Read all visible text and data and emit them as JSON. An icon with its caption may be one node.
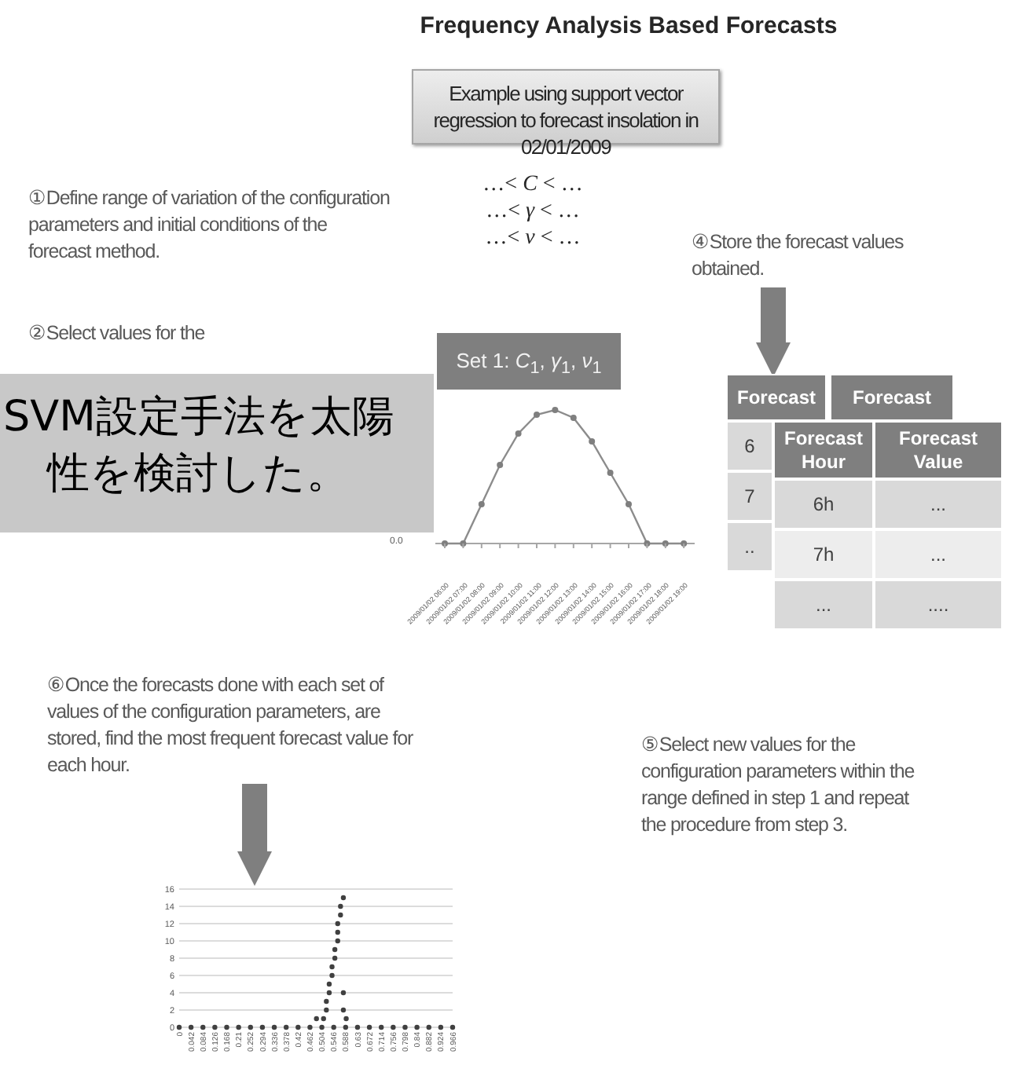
{
  "diagram": {
    "title": "Frequency Analysis Based Forecasts",
    "nodes": [
      {
        "text": [
          "Example using support vector regression to forecast insolation in 02/01/2009"
        ]
      },
      {
        "text": [
          "①Define range of variation of the configuration parameters and initial conditions of the forecast method."
        ]
      },
      {
        "text": [
          "②Select values for the"
        ]
      },
      {
        "text": [
          "Set 1: *C*$_{1}$, *γ*$_{1}$, *ν*$_{1}$"
        ]
      },
      {
        "text": [],
        "shape": "chart"
      },
      {
        "text": [
          "SVM設定手法を太陽",
          "性を検討した。"
        ]
      },
      {
        "text": [
          "④Store the forecast values obtained."
        ]
      },
      {
        "text": [
          "Forecast",
          "Forecast",
          "6",
          "7",
          "..",
          "Forecast Hour",
          "Forecast Value",
          "6h",
          "...",
          "7h",
          "...",
          "...",
          "...."
        ]
      },
      {
        "text": [
          "⑥Once the forecasts done with each set of values of the configuration parameters, are stored,  find the most frequent forecast value for each hour."
        ]
      },
      {
        "text": [],
        "shape": "chart"
      },
      {
        "text": [
          "⑤Select new values for the configuration parameters within the range defined in step 1 and repeat the procedure from step 3."
        ]
      }
    ],
    "edges": [
      {
        "from": 6,
        "to": 7,
        "arrow": "to"
      },
      {
        "from": 8,
        "to": 9,
        "arrow": "to"
      }
    ],
    "labels": [
      "…< *C* < …",
      "…< *γ* < …",
      "…< *ν* < …",
      "0.0",
      "2009/01/02 06:00",
      "2009/01/02 07:00",
      "2009/01/02 08:00",
      "2009/01/02 09:00",
      "2009/01/02 10:00",
      "2009/01/02 11:00",
      "2009/01/02 12:00",
      "2009/01/02 13:00",
      "2009/01/02 14:00",
      "2009/01/02 15:00",
      "2009/01/02 16:00",
      "2009/01/02 17:00",
      "2009/01/02 18:00",
      "2009/01/02 19:00"
    ],
    "chart_data": {
      "type": "scatter",
      "x": [
        0,
        0.042,
        0.084,
        0.126,
        0.168,
        0.21,
        0.252,
        0.294,
        0.336,
        0.378,
        0.42,
        0.462,
        0.504,
        0.546,
        0.588,
        0.63,
        0.672,
        0.714,
        0.756,
        0.798,
        0.84,
        0.882,
        0.924,
        0.966,
        0.485,
        0.51,
        0.52,
        0.52,
        0.53,
        0.53,
        0.54,
        0.54,
        0.55,
        0.55,
        0.56,
        0.56,
        0.56,
        0.57,
        0.57,
        0.58,
        0.58,
        0.58,
        0.59
      ],
      "series": [
        {
          "color": "#404040",
          "values": [
            0,
            0,
            0,
            0,
            0,
            0,
            0,
            0,
            0,
            0,
            0,
            0,
            0,
            0,
            0,
            0,
            0,
            0,
            0,
            0,
            0,
            0,
            0,
            0,
            1,
            1,
            2,
            3,
            4,
            5,
            6,
            7,
            8,
            9,
            10,
            11,
            12,
            13,
            14,
            15,
            4,
            2,
            1
          ]
        }
      ],
      "xlim": [
        0,
        0.966
      ],
      "ylim": [
        0,
        16
      ],
      "xticks": [
        0,
        0.042,
        0.084,
        0.126,
        0.168,
        0.21,
        0.252,
        0.294,
        0.336,
        0.378,
        0.42,
        0.462,
        0.504,
        0.546,
        0.588,
        0.63,
        0.672,
        0.714,
        0.756,
        0.798,
        0.84,
        0.882,
        0.924,
        0.966
      ],
      "yticks": [
        0,
        2,
        4,
        6,
        8,
        10,
        12,
        14,
        16
      ],
      "grid": true
    }
  }
}
